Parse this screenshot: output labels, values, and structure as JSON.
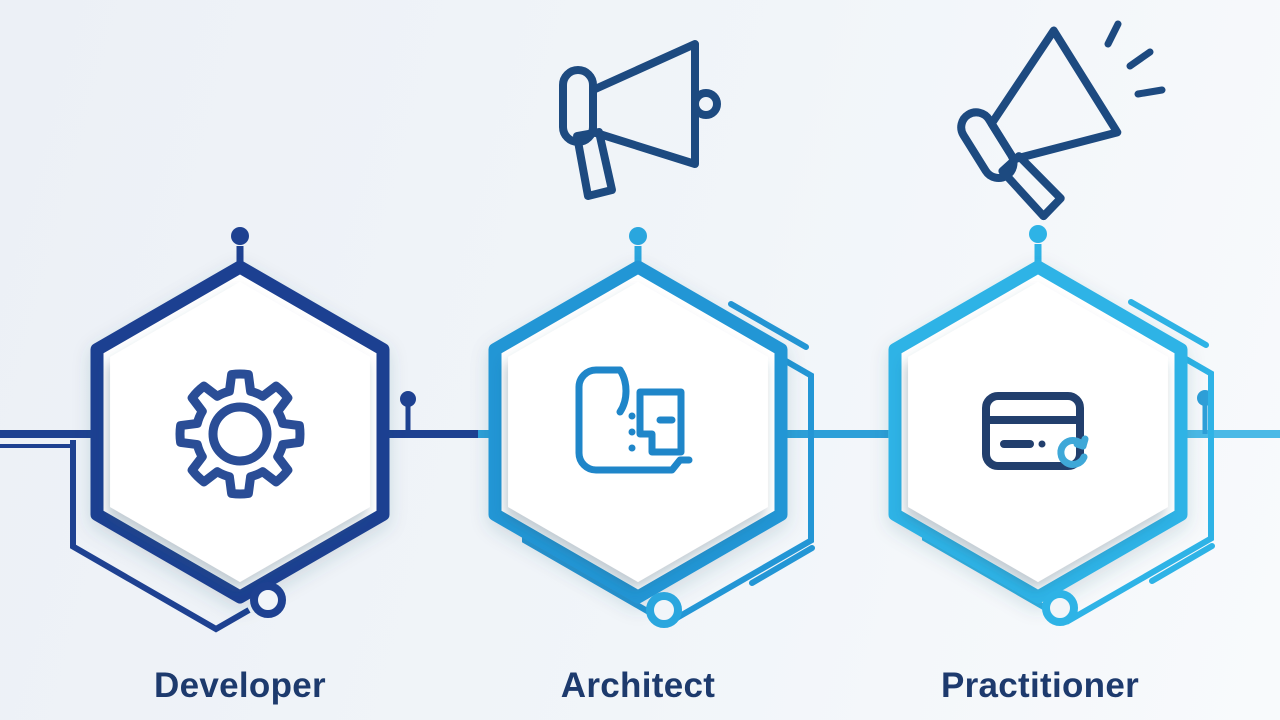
{
  "background": {
    "color_left": "#ecf0f6",
    "color_right": "#f8fafc"
  },
  "timeline": {
    "segments": [
      {
        "name": "left",
        "color": "#1e4191"
      },
      {
        "name": "middle",
        "color": "#2d9fd8"
      },
      {
        "name": "right",
        "color": "#4ab9e6"
      }
    ],
    "markers": [
      {
        "name": "left-marker",
        "color": "#1e4191"
      },
      {
        "name": "right-marker",
        "color": "#2d9fd8"
      }
    ]
  },
  "nodes": [
    {
      "label": "Developer",
      "icon": "gear-icon",
      "accent": "#1e4191",
      "icon_color": "#2a4d96",
      "dot_color": "#1e4191"
    },
    {
      "label": "Architect",
      "icon": "blueprint-icon",
      "accent": "#2396d5",
      "icon_color": "#1f86c9",
      "dot_color": "#2aa6de"
    },
    {
      "label": "Practitioner",
      "icon": "credit-card-icon",
      "accent": "#2eb3e6",
      "icon_color": "#223f6d",
      "icon_accent": "#3fa8d8",
      "dot_color": "#2eb3e6"
    }
  ],
  "floating_icons": [
    {
      "name": "megaphone-icon",
      "position": "above-architect",
      "color": "#1d4a80"
    },
    {
      "name": "megaphone-sound-icon",
      "position": "above-practitioner",
      "color": "#1d4a80"
    }
  ],
  "label_style": {
    "color": "#1d3a6d"
  }
}
